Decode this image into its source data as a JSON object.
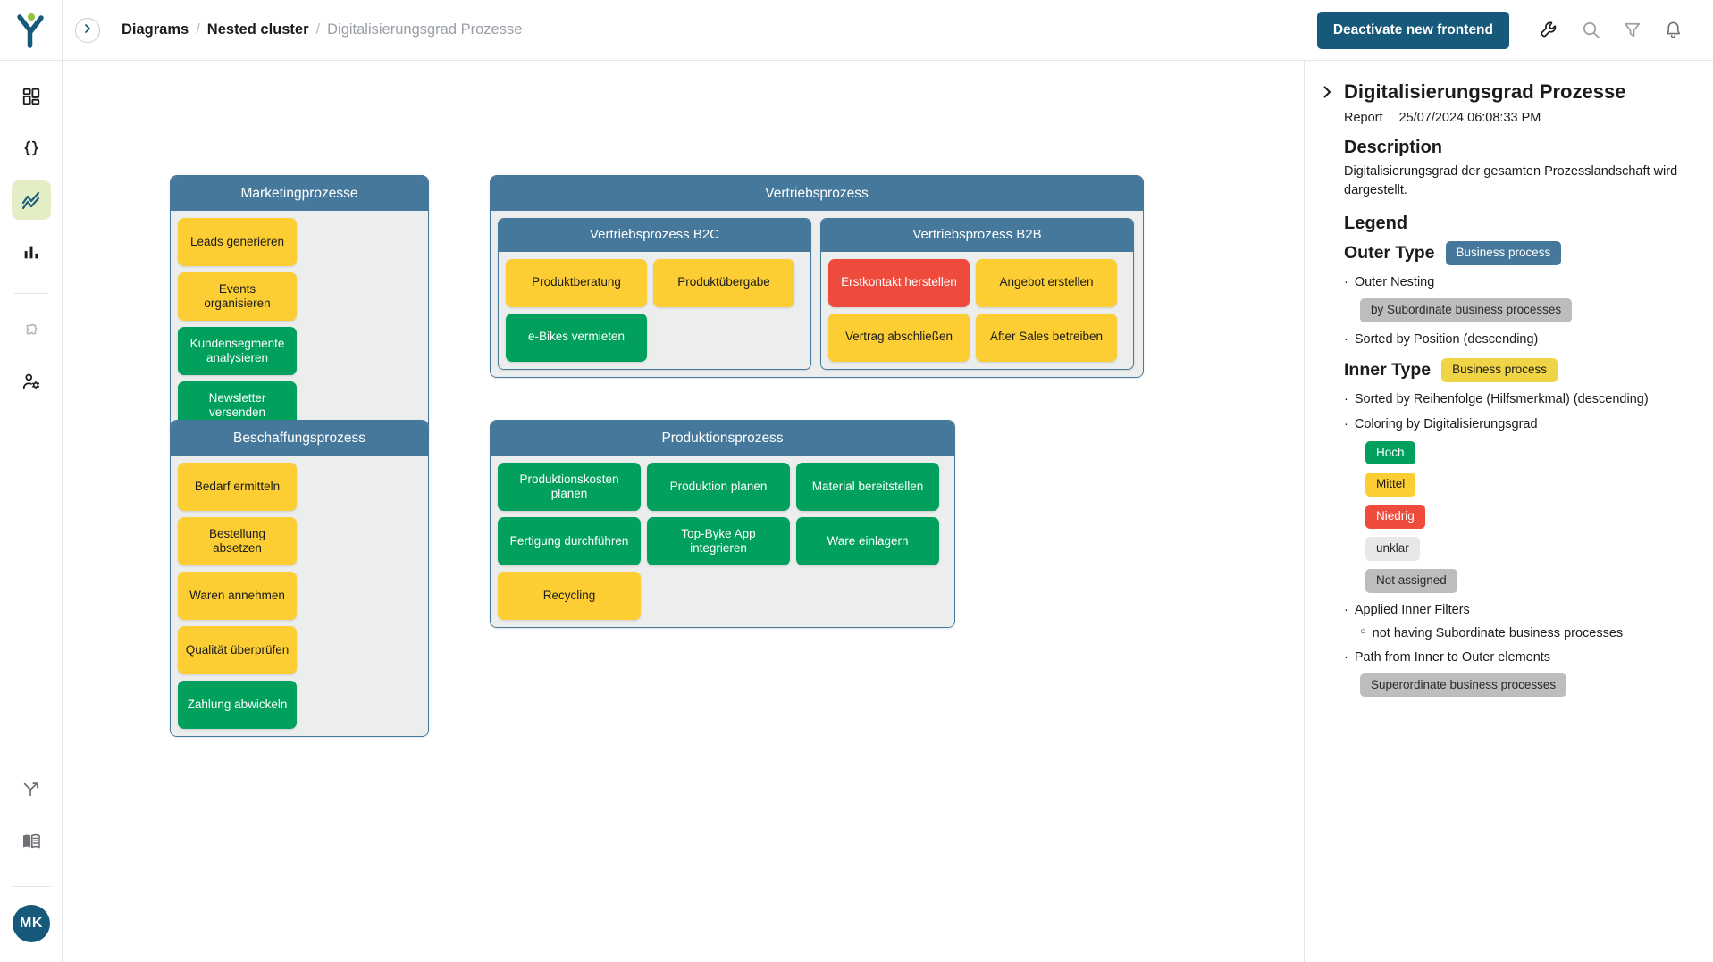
{
  "topbar": {
    "logo_icon": "y-logo-icon",
    "expand_icon": "chevron-right-icon",
    "breadcrumb": [
      {
        "label": "Diagrams",
        "muted": false
      },
      {
        "label": "Nested cluster",
        "muted": false
      },
      {
        "label": "Digitalisierungsgrad Prozesse",
        "muted": true
      }
    ],
    "separator": "/",
    "primary_button": "Deactivate new frontend",
    "icons": [
      "wrench-icon",
      "search-icon",
      "filter-icon",
      "bell-icon"
    ]
  },
  "rail": {
    "items": [
      {
        "name": "dashboard-icon",
        "active": false
      },
      {
        "name": "code-braces-icon",
        "active": false
      },
      {
        "name": "diagram-trend-icon",
        "active": true
      },
      {
        "name": "bar-chart-icon",
        "active": false
      },
      {
        "name": "puzzle-icon",
        "active": false
      },
      {
        "name": "user-settings-icon",
        "active": false
      }
    ],
    "bottom": [
      {
        "name": "branch-share-icon"
      },
      {
        "name": "book-icon"
      }
    ],
    "avatar_initials": "MK"
  },
  "diagram": {
    "clusters": [
      {
        "title": "Marketingprozesse",
        "nodes": [
          {
            "label": "Leads generieren",
            "color": "yellow"
          },
          {
            "label": "Events organisieren",
            "color": "yellow"
          },
          {
            "label": "Kundensegmente analysieren",
            "color": "green"
          },
          {
            "label": "Newsletter versenden",
            "color": "green"
          }
        ]
      },
      {
        "title": "Vertriebsprozess",
        "subclusters": [
          {
            "title": "Vertriebsprozess B2C",
            "nodes": [
              {
                "label": "Produktberatung",
                "color": "yellow"
              },
              {
                "label": "Produktübergabe",
                "color": "yellow"
              },
              {
                "label": "e-Bikes vermieten",
                "color": "green"
              }
            ]
          },
          {
            "title": "Vertriebsprozess B2B",
            "nodes": [
              {
                "label": "Erstkontakt herstellen",
                "color": "red"
              },
              {
                "label": "Angebot erstellen",
                "color": "yellow"
              },
              {
                "label": "Vertrag abschließen",
                "color": "yellow"
              },
              {
                "label": "After Sales betreiben",
                "color": "yellow"
              }
            ]
          }
        ]
      },
      {
        "title": "Beschaffungsprozess",
        "nodes": [
          {
            "label": "Bedarf ermitteln",
            "color": "yellow"
          },
          {
            "label": "Bestellung absetzen",
            "color": "yellow"
          },
          {
            "label": "Waren annehmen",
            "color": "yellow"
          },
          {
            "label": "Qualität überprüfen",
            "color": "yellow"
          },
          {
            "label": "Zahlung abwickeln",
            "color": "green"
          }
        ]
      },
      {
        "title": "Produktionsprozess",
        "nodes": [
          {
            "label": "Produktionskosten planen",
            "color": "green"
          },
          {
            "label": "Produktion planen",
            "color": "green"
          },
          {
            "label": "Material bereitstellen",
            "color": "green"
          },
          {
            "label": "Fertigung durchführen",
            "color": "green"
          },
          {
            "label": "Top-Byke App integrieren",
            "color": "green"
          },
          {
            "label": "Ware einlagern",
            "color": "green"
          },
          {
            "label": "Recycling",
            "color": "yellow"
          }
        ]
      }
    ]
  },
  "panel": {
    "collapse_icon": "chevron-right-icon",
    "title": "Digitalisierungsgrad Prozesse",
    "meta_type": "Report",
    "meta_date": "25/07/2024 06:08:33 PM",
    "description_heading": "Description",
    "description_text": "Digitalisierungsgrad der gesamten Prozesslandschaft wird dargestellt.",
    "legend_heading": "Legend",
    "outer_type_label": "Outer Type",
    "outer_type_chip": "Business process",
    "outer_nesting_bullet": "Outer Nesting",
    "outer_nesting_chip": "by Subordinate business processes",
    "outer_sorted_bullet": "Sorted by Position (descending)",
    "inner_type_label": "Inner Type",
    "inner_type_chip": "Business process",
    "inner_sorted_bullet": "Sorted by Reihenfolge (Hilfsmerkmal) (descending)",
    "coloring_bullet": "Coloring by Digitalisierungsgrad",
    "coloring_values": [
      {
        "label": "Hoch",
        "style": "green"
      },
      {
        "label": "Mittel",
        "style": "amber"
      },
      {
        "label": "Niedrig",
        "style": "red"
      },
      {
        "label": "unklar",
        "style": "gray-l"
      },
      {
        "label": "Not assigned",
        "style": "gray"
      }
    ],
    "filters_bullet": "Applied Inner Filters",
    "filters_sub": "not having Subordinate business processes",
    "path_bullet": "Path from Inner to Outer elements",
    "path_chip": "Superordinate business processes",
    "bullet_glyph": "·",
    "sub_glyph": "○"
  },
  "colors": {
    "teal": "#45789b",
    "primary": "#16597a",
    "green": "#02a05d",
    "yellow": "#fcce33",
    "red": "#ee4b3c",
    "cluster_body": "#eceded",
    "active_rail": "#e4eec4"
  }
}
